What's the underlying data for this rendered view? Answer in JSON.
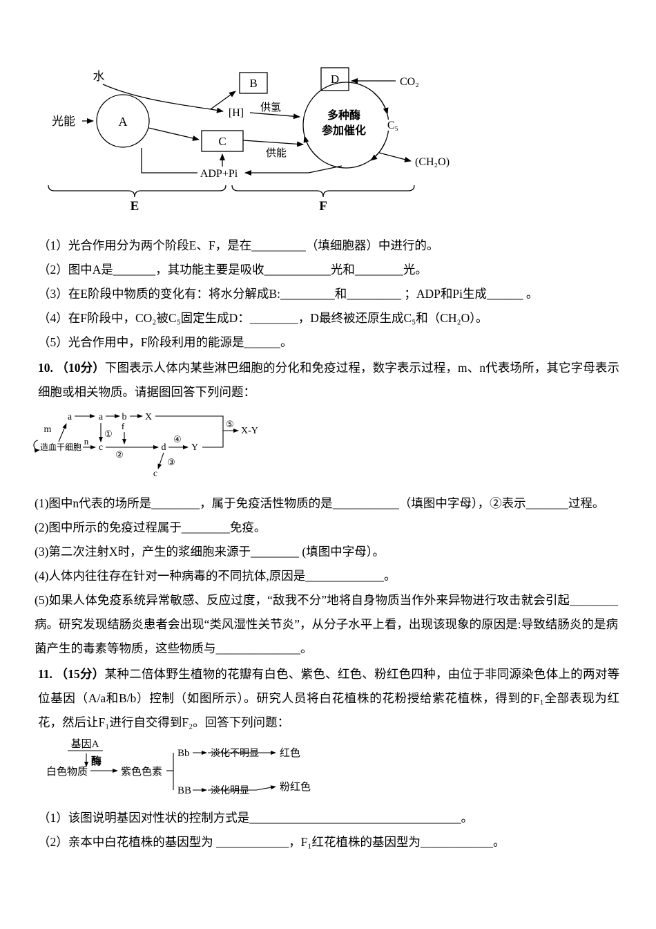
{
  "colors": {
    "text": "#000000",
    "background": "#ffffff"
  },
  "photosynthesis": {
    "diagram": {
      "water": "水",
      "light_energy": "光能",
      "a": "A",
      "b": "B",
      "c": "C",
      "d": "D",
      "h": "[H]",
      "supply_hydrogen": "供氢",
      "supply_energy": "供能",
      "co2": "CO₂",
      "c5": "C₅",
      "enzyme_line1": "多种酶",
      "enzyme_line2": "参加催化",
      "adp_pi": "ADP+Pi",
      "ch2o": "(CH₂O)",
      "stage_e": "E",
      "stage_f": "F"
    },
    "questions": [
      "（1）光合作用分为两个阶段E、F，是在_________（填细胞器）中进行的。",
      "（2）图中A是_______，其功能主要是吸收___________光和________光。",
      "（3）在E阶段中物质的变化有：将水分解成B:_________和_________ ；ADP和Pi生成______ 。",
      "（4）在F阶段中，CO₂被C₅固定生成D：________，D最终被还原生成C₅和（CH₂O）。",
      "（5）光合作用中，F阶段利用的能源是______。"
    ]
  },
  "q10": {
    "number": "10. （10分）",
    "intro": "下图表示人体内某些淋巴细胞的分化和免疫过程，数字表示过程，m、n代表场所，其它字母表示细胞或相关物质。请据图回答下列问题：",
    "diagram": {
      "stem_cell": "造血干细胞",
      "a1": "a",
      "a2": "a",
      "b": "b",
      "x": "X",
      "m": "m",
      "n": "n",
      "f": "f",
      "c1": "c",
      "d": "d",
      "y": "Y",
      "c2": "c",
      "p1": "①",
      "p2": "②",
      "p3": "③",
      "p4": "④",
      "p5": "⑤",
      "xy": "X-Y"
    },
    "questions": [
      "(1)图中n代表的场所是________，属于免疫活性物质的是___________（填图中字母），②表示_______过程。",
      "(2)图中所示的免疫过程属于________免疫。",
      "(3)第二次注射X时，产生的浆细胞来源于________ (填图中字母）。",
      "(4)人体内往往存在针对一种病毒的不同抗体,原因是_____________。",
      "(5)如果人体免疫系统异常敏感、反应过度，“敌我不分”地将自身物质当作外来异物进行攻击就会引起________病。研究发现结肠炎患者会出现“类风湿性关节炎”，从分子水平上看，出现该现象的原因是:导致结肠炎的是病菌产生的毒素等物质，这些物质与______________。"
    ]
  },
  "q11": {
    "number": "11. （15分）",
    "intro": "某种二倍体野生植物的花瓣有白色、紫色、红色、粉红色四种，由位于非同源染色体上的两对等位基因（A/a和B/b）控制（如图所示）。研究人员将白花植株的花粉授给紫花植株，得到的F₁全部表现为红花，然后让F₁进行自交得到F₂。回答下列问题：",
    "diagram": {
      "gene_a": "基因A",
      "enzyme": "酶",
      "white_substance": "白色物质",
      "purple_pigment": "紫色色素",
      "bb_hetero": "Bb",
      "bb_homo": "BB",
      "fade_not_obvious": "淡化不明显",
      "fade_obvious": "淡化明显",
      "red": "红色",
      "pink": "粉红色"
    },
    "questions": [
      "（1）该图说明基因对性状的控制方式是___________________________________。",
      "（2）亲本中白花植株的基因型为 ____________，F₁红花植株的基因型为____________。"
    ]
  }
}
